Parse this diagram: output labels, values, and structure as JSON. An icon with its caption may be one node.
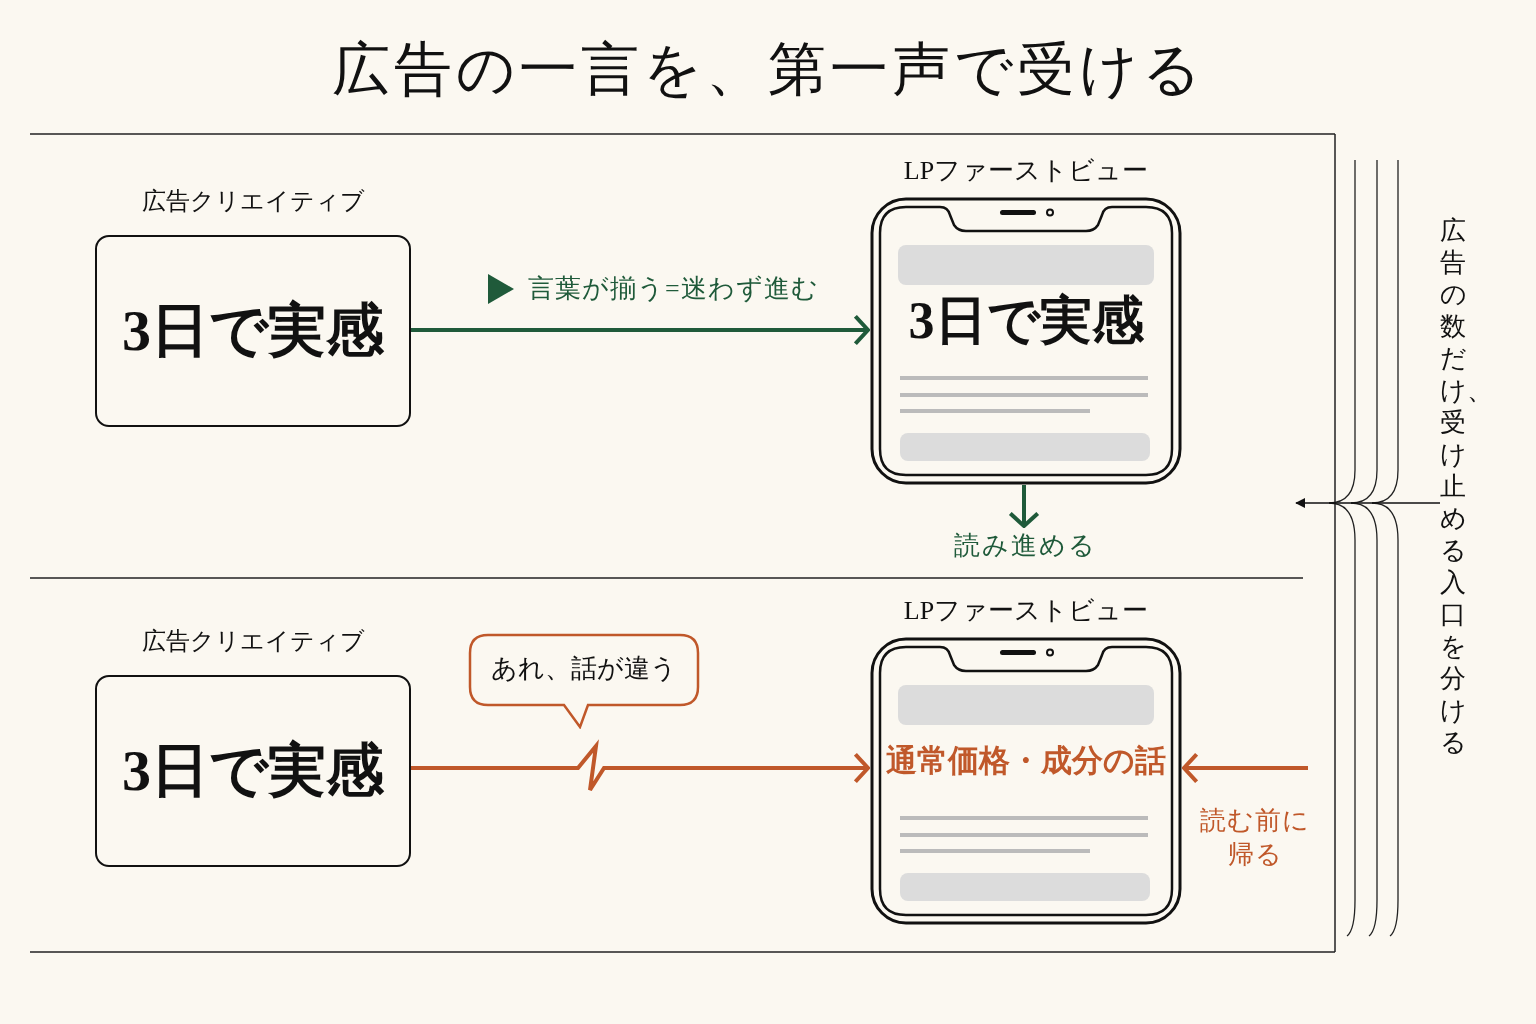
{
  "diagram": {
    "title": "広告の一言を、第一声で受ける",
    "nodes": [
      {
        "text": [
          "広告クリエイティブ",
          "3日で実感"
        ]
      },
      {
        "text": [
          "LPファーストビュー",
          "3日で実感"
        ]
      },
      {
        "text": [
          "読み進める"
        ]
      },
      {
        "text": [
          "広告クリエイティブ",
          "3日で実感"
        ]
      },
      {
        "text": [
          "LPファーストビュー",
          "通常価格・成分の話"
        ]
      },
      {
        "text": [
          "あれ、話が違う"
        ]
      },
      {
        "text": [
          "広告の数だけ、受け止める入口を分ける"
        ]
      }
    ],
    "edges": [
      {
        "from": 0,
        "to": 1,
        "arrow": "to",
        "label": "言葉が揃う=迷わず進む",
        "color": "#1f5a3a"
      },
      {
        "from": 1,
        "to": 2,
        "arrow": "to",
        "color": "#1f5a3a"
      },
      {
        "from": 3,
        "to": 4,
        "arrow": "to",
        "color": "#c0582a"
      },
      {
        "from": null,
        "to": 4,
        "arrow": "to",
        "label": "読む前に帰る",
        "color": "#c0582a"
      },
      {
        "from": 6,
        "to": null,
        "arrow": "to"
      }
    ]
  }
}
